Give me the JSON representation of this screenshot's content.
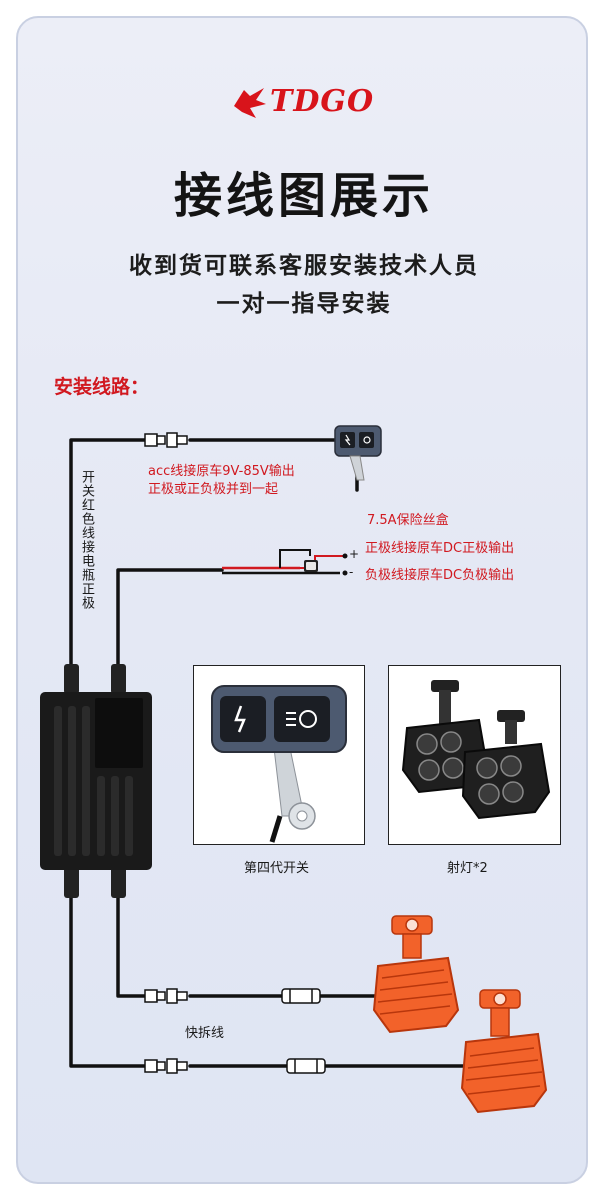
{
  "brand": {
    "name": "TDGO"
  },
  "header": {
    "title": "接线图展示",
    "subtitle_line1": "收到货可联系客服安装技术人员",
    "subtitle_line2": "一对一指导安装"
  },
  "section": {
    "label": "安装线路："
  },
  "labels": {
    "acc_line1": "acc线接原车9V-85V输出",
    "acc_line2": "正极或正负极并到一起",
    "fuse": "7.5A保险丝盒",
    "positive": "正极线接原车DC正极输出",
    "negative": "负极线接原车DC负极输出",
    "plus_sign": "+",
    "minus_sign": "-",
    "switch_red_wire": "开关红色线接电瓶正极",
    "switch_caption": "第四代开关",
    "light_caption": "射灯*2",
    "quick_release": "快拆线"
  },
  "colors": {
    "brand_red": "#d11920",
    "wire": "#111111",
    "device": "#1a1a1a",
    "lamp_orange": "#f2622a",
    "switch_body": "#4d5a70"
  }
}
